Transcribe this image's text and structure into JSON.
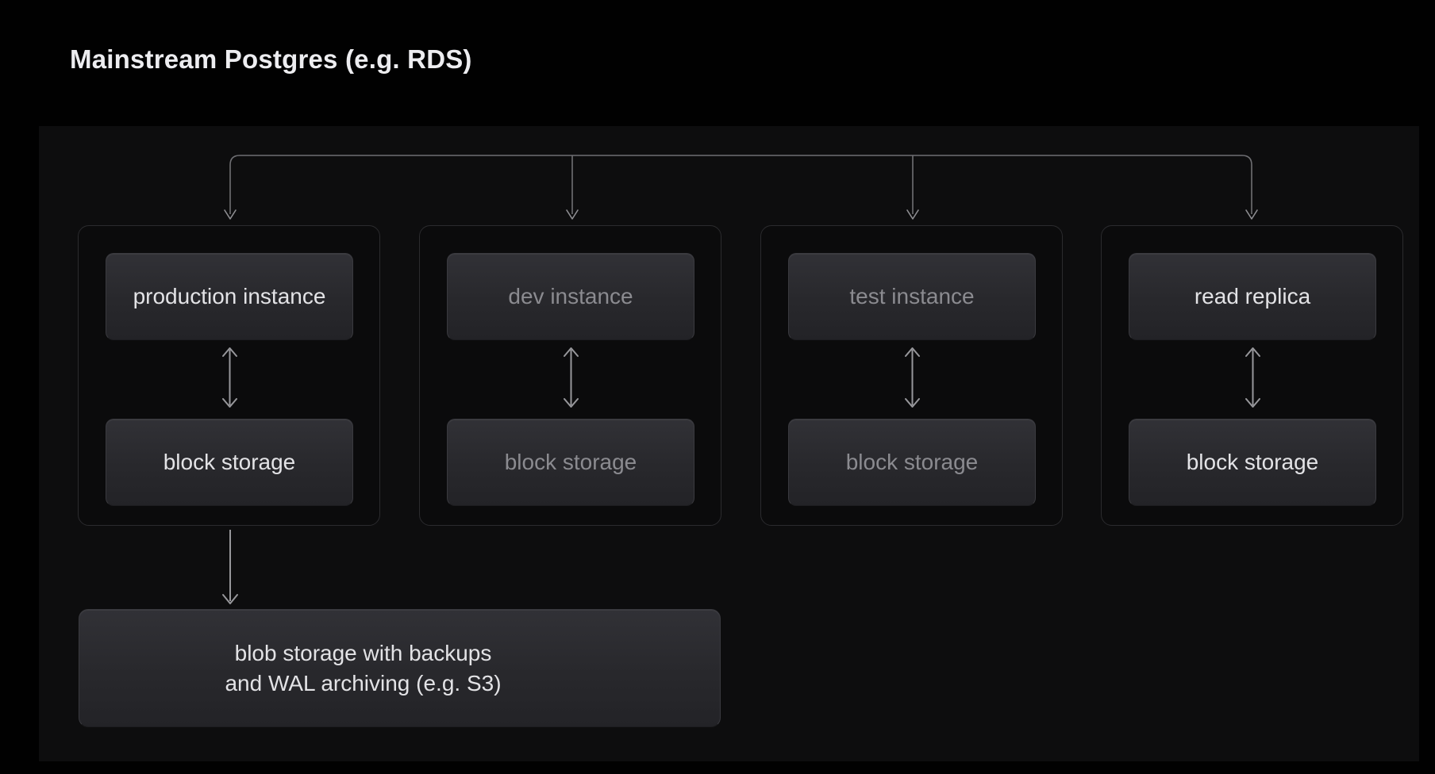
{
  "title": "Mainstream Postgres (e.g. RDS)",
  "diagram": {
    "groups": [
      {
        "instance_label": "production instance",
        "storage_label": "block storage",
        "emphasis": "bright"
      },
      {
        "instance_label": "dev instance",
        "storage_label": "block storage",
        "emphasis": "dim"
      },
      {
        "instance_label": "test instance",
        "storage_label": "block storage",
        "emphasis": "dim"
      },
      {
        "instance_label": "read replica",
        "storage_label": "block storage",
        "emphasis": "bright"
      }
    ],
    "blob_box": {
      "line1": "blob storage with backups",
      "line2": "and WAL archiving (e.g. S3)"
    },
    "icons": {
      "top_connector": "branching-down-arrows-icon",
      "between_boxes": "double-headed-vertical-arrow-icon",
      "to_blob": "down-arrow-icon"
    },
    "colors": {
      "page_bg": "#010101",
      "panel_bg": "#0d0d0e",
      "group_border": "#2b2b2e",
      "box_border": "#3a3a3f",
      "box_fill_top": "#313136",
      "box_fill_bottom": "#232327",
      "bright_text": "#e3e3e6",
      "dim_text": "#8b8b90",
      "connector_stroke": "#6f6f73",
      "arrow_stroke": "#97979b",
      "title_text": "#ededf0"
    }
  }
}
